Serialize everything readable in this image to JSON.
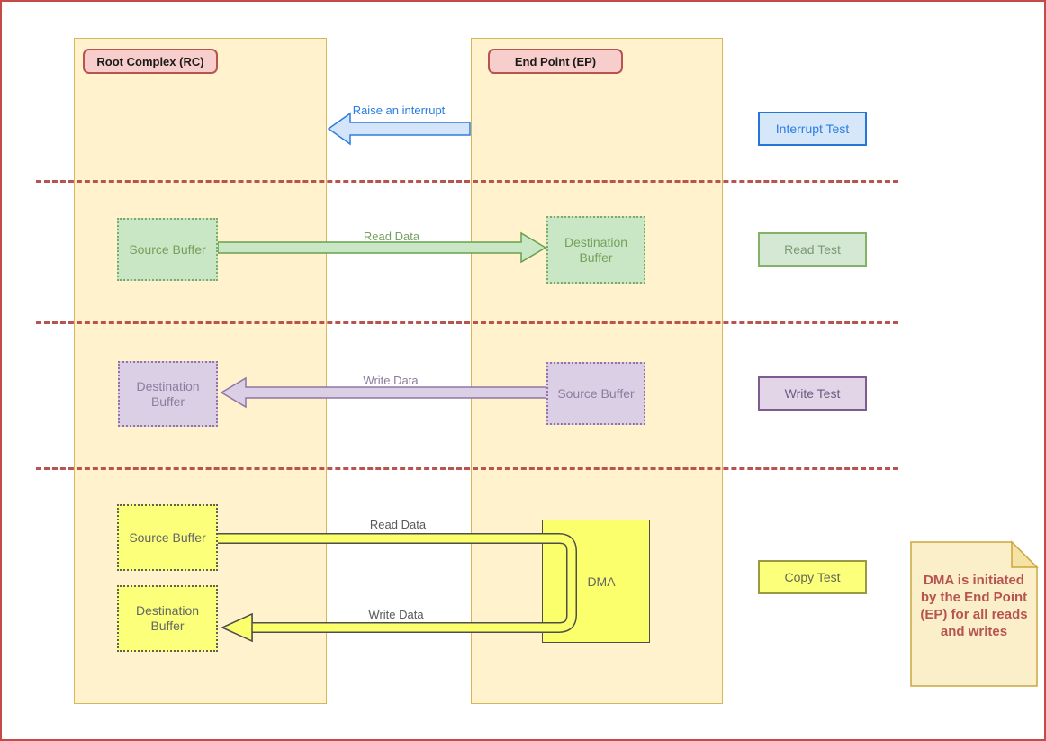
{
  "columns": {
    "rc": {
      "label": "Root Complex (RC)"
    },
    "ep": {
      "label": "End Point (EP)"
    }
  },
  "tests": {
    "interrupt": {
      "label": "Interrupt Test",
      "arrow_label": "Raise an interrupt"
    },
    "read": {
      "label": "Read Test",
      "arrow_label": "Read Data",
      "rc_buffer": "Source Buffer",
      "ep_buffer": "Destination Buffer"
    },
    "write": {
      "label": "Write Test",
      "arrow_label": "Write Data",
      "rc_buffer": "Destination Buffer",
      "ep_buffer": "Source Buffer"
    },
    "copy": {
      "label": "Copy Test",
      "read_arrow_label": "Read Data",
      "write_arrow_label": "Write Data",
      "source_buffer": "Source Buffer",
      "destination_buffer": "Destination Buffer",
      "dma_label": "DMA"
    }
  },
  "note": {
    "text": "DMA is initiated by the End Point (EP) for all reads and writes"
  },
  "colors": {
    "column_fill": "#FFF2CC",
    "column_border": "#D6B656",
    "title_fill": "#F8CECC",
    "title_border": "#B85450",
    "divider": "#B85450",
    "blue_fill": "#D7E7FA",
    "blue_border": "#2476D8",
    "blue_text": "#2A7DE1",
    "green_fill": "#D5E8D4",
    "green_border": "#82B366",
    "purple_fill": "#E1D5E7",
    "purple_border": "#9673A6",
    "yellow_fill": "#FBFF7A",
    "yellow_dark": "#4D4D4D",
    "note_fill": "#FBEFC9",
    "note_border": "#CCA63D",
    "note_text": "#B85450"
  }
}
